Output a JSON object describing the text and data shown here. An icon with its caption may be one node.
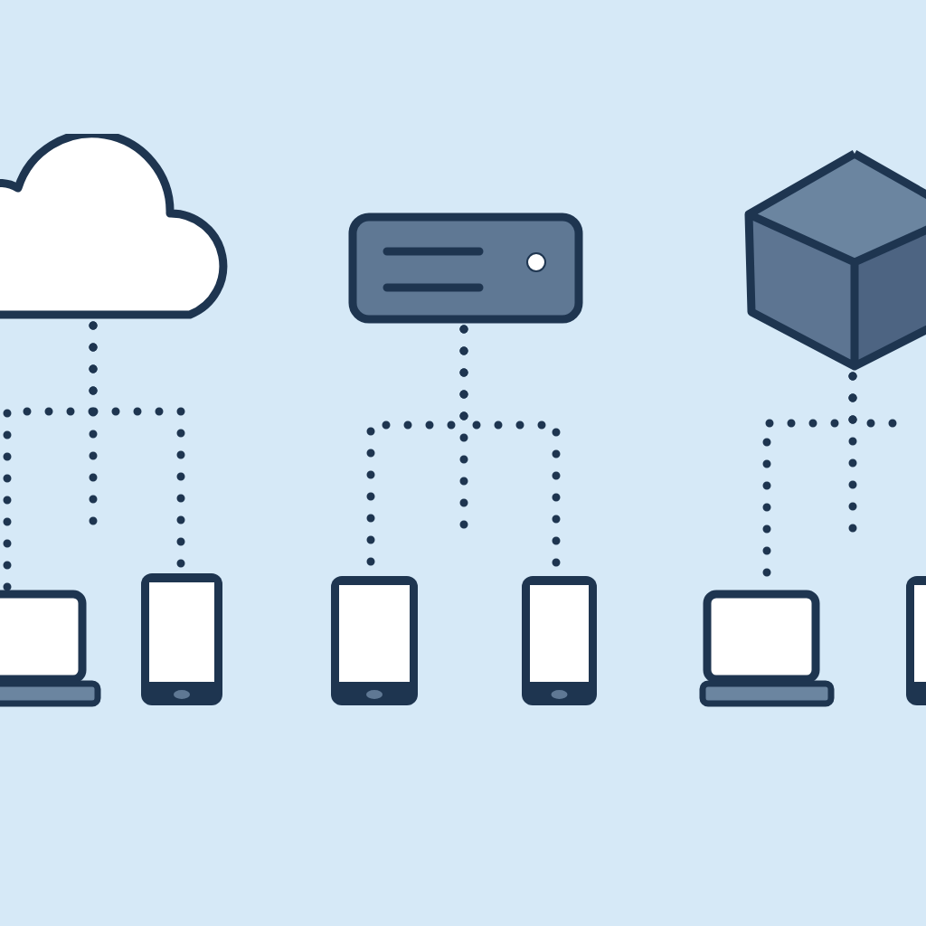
{
  "diagram": {
    "nodes": [
      {
        "text": [],
        "shape": "cloud"
      },
      {
        "text": [],
        "shape": "box"
      },
      {
        "text": [],
        "shape": "cube"
      },
      {
        "text": [],
        "shape": "laptop"
      },
      {
        "text": [],
        "shape": "phone"
      },
      {
        "text": [],
        "shape": "phone"
      },
      {
        "text": [],
        "shape": "phone"
      },
      {
        "text": [],
        "shape": "laptop"
      },
      {
        "text": [],
        "shape": "phone"
      }
    ],
    "edges": [
      {
        "from": 0,
        "to": 3,
        "arrow": "none"
      },
      {
        "from": 0,
        "to": 4,
        "arrow": "none"
      },
      {
        "from": 0,
        "to": null,
        "arrow": "none"
      },
      {
        "from": 1,
        "to": 5,
        "arrow": "none"
      },
      {
        "from": 1,
        "to": 6,
        "arrow": "none"
      },
      {
        "from": 1,
        "to": null,
        "arrow": "none"
      },
      {
        "from": 2,
        "to": 7,
        "arrow": "none"
      },
      {
        "from": 2,
        "to": null,
        "arrow": "none"
      },
      {
        "from": 2,
        "to": null,
        "arrow": "none"
      }
    ]
  }
}
